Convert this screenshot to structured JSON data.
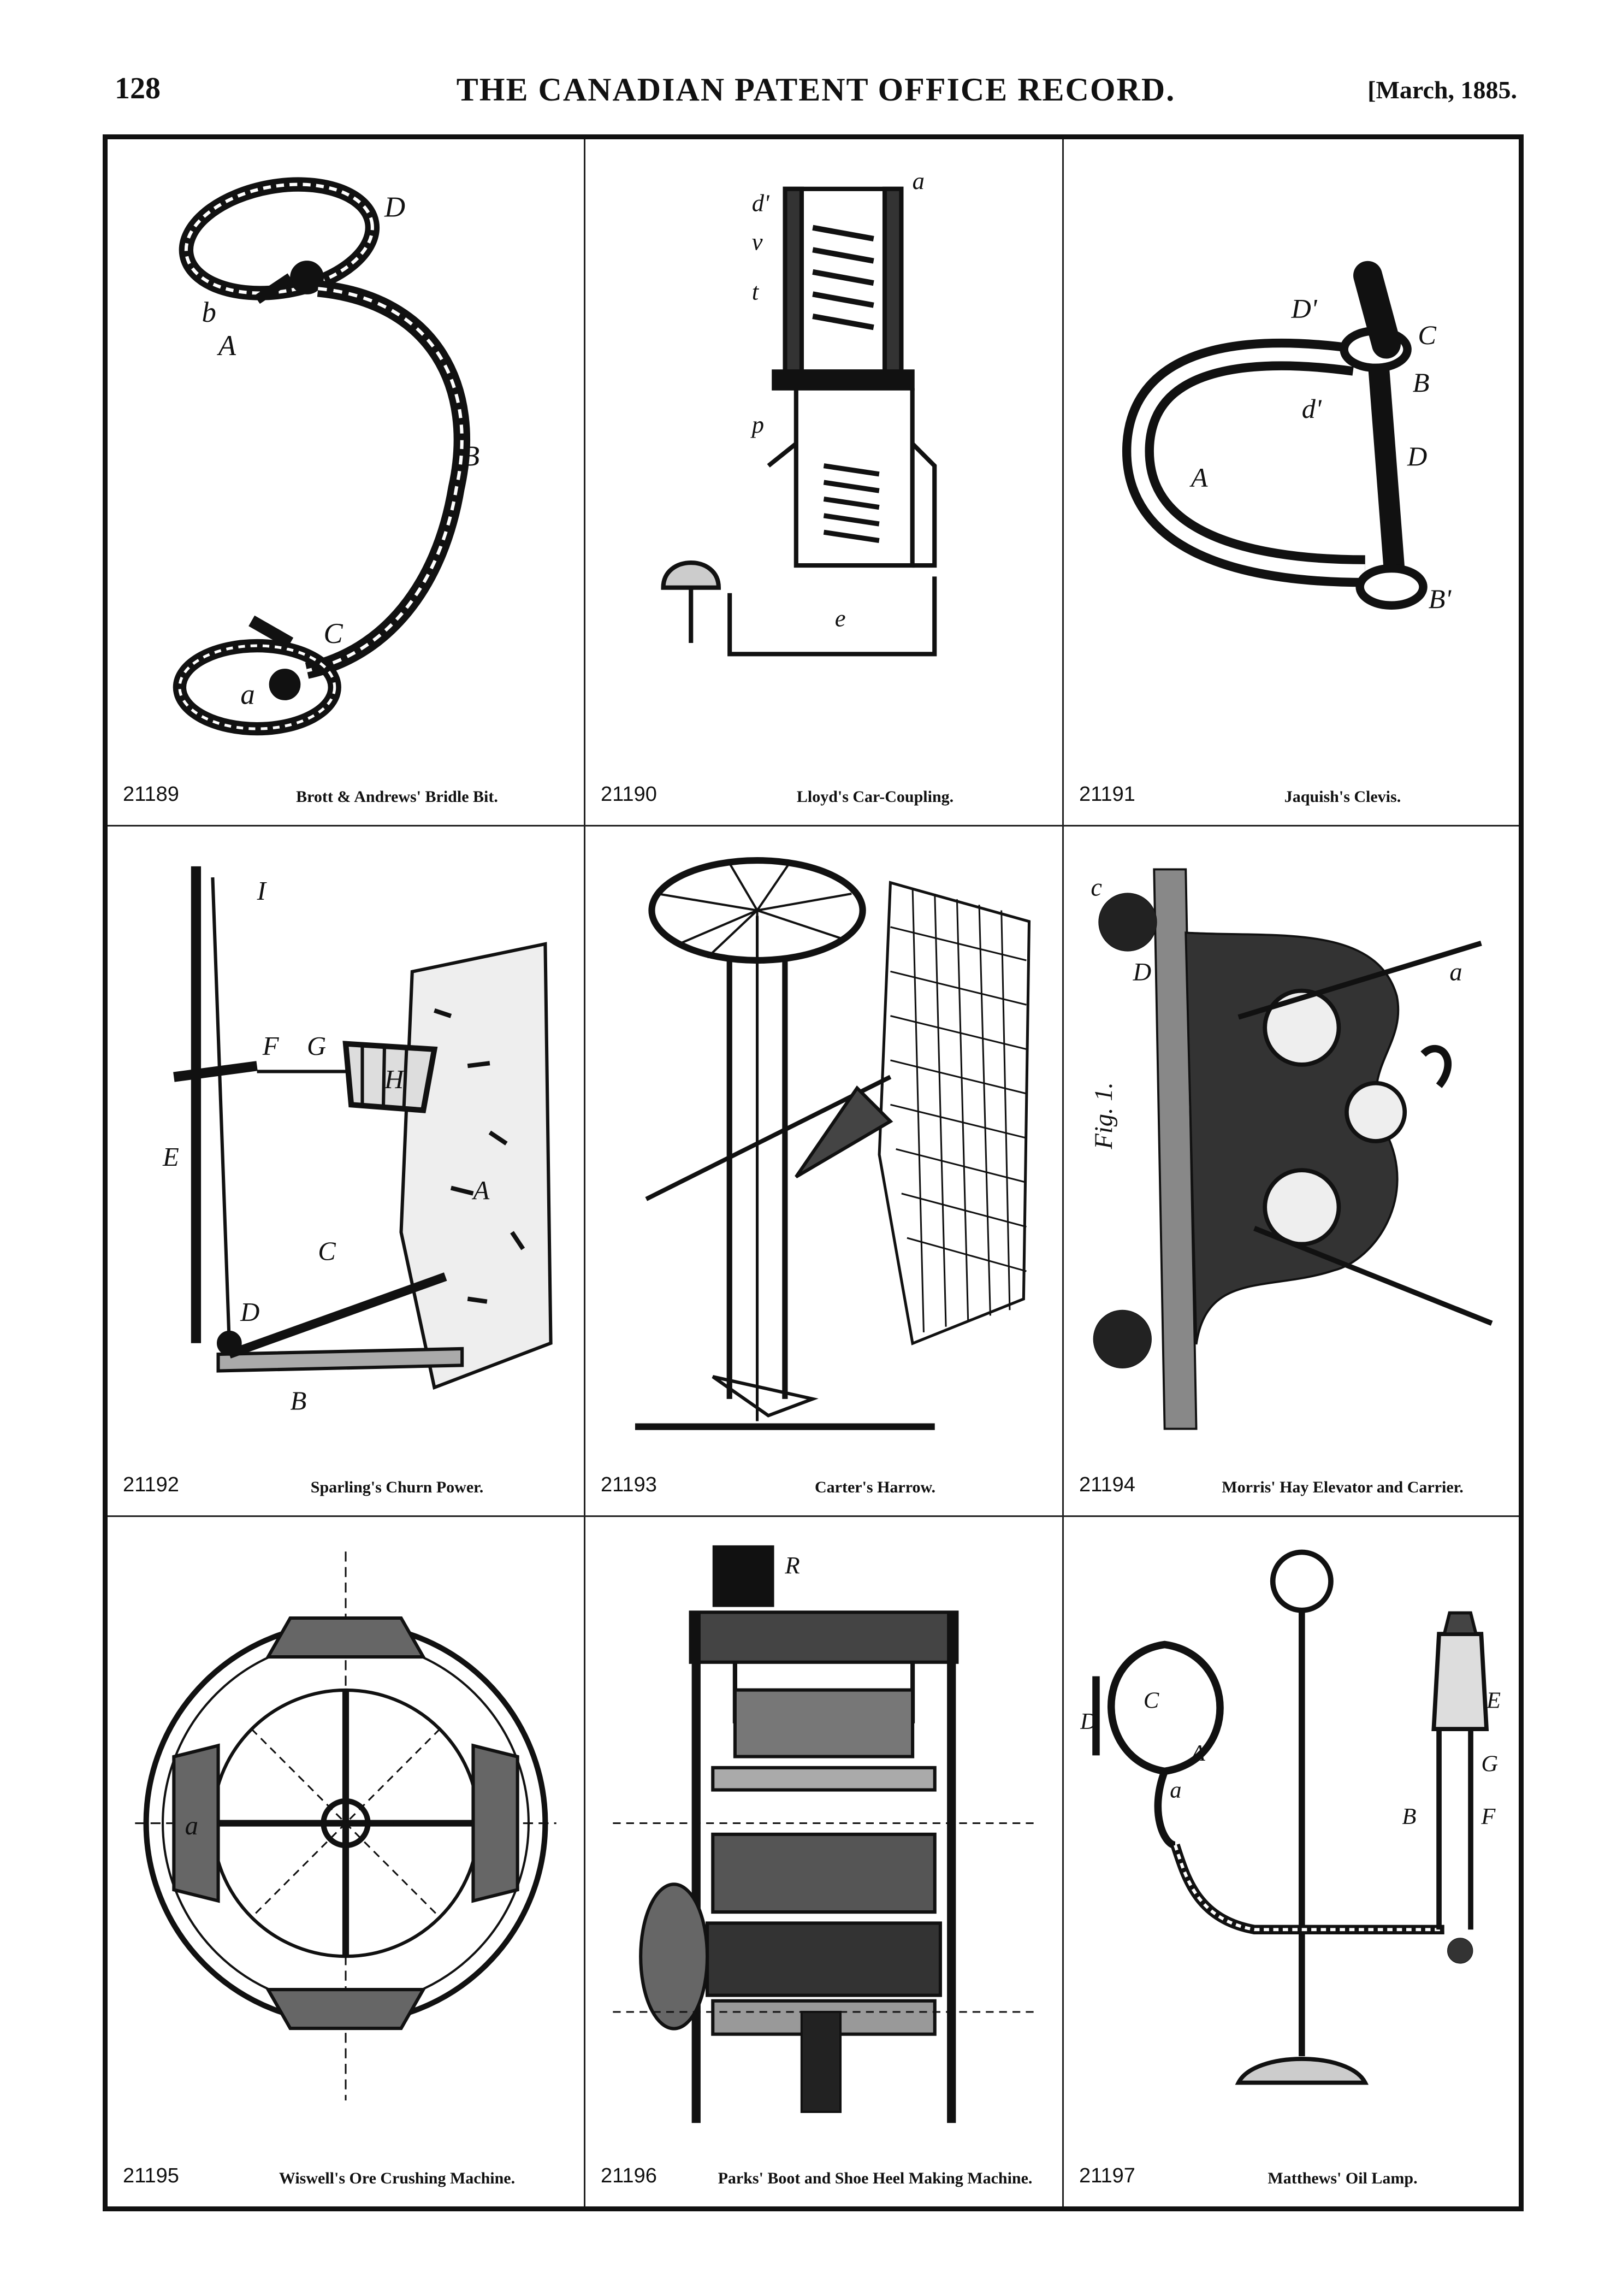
{
  "header": {
    "page_number": "128",
    "journal_title": "THE CANADIAN PATENT OFFICE RECORD.",
    "issue_date": "[March, 1885."
  },
  "patents": [
    {
      "number": "21189",
      "title": "Brott & Andrews' Bridle Bit.",
      "figure_labels": [
        "D",
        "b",
        "A",
        "B",
        "C",
        "a"
      ]
    },
    {
      "number": "21190",
      "title": "Lloyd's Car-Coupling.",
      "figure_labels": [
        "a",
        "d'",
        "v",
        "t",
        "p",
        "e"
      ]
    },
    {
      "number": "21191",
      "title": "Jaquish's Clevis.",
      "figure_labels": [
        "D'",
        "C",
        "B",
        "A",
        "d'",
        "D",
        "B'"
      ]
    },
    {
      "number": "21192",
      "title": "Sparling's Churn Power.",
      "figure_labels": [
        "I",
        "F",
        "G",
        "H",
        "E",
        "A",
        "C",
        "D",
        "B"
      ]
    },
    {
      "number": "21193",
      "title": "Carter's Harrow.",
      "figure_labels": []
    },
    {
      "number": "21194",
      "title": "Morris' Hay Elevator and Carrier.",
      "figure_labels": [
        "Fig. 1.",
        "c",
        "D",
        "a"
      ]
    },
    {
      "number": "21195",
      "title": "Wiswell's Ore Crushing Machine.",
      "figure_labels": [
        "a"
      ]
    },
    {
      "number": "21196",
      "title": "Parks' Boot and Shoe Heel Making Machine.",
      "figure_labels": [
        "R"
      ]
    },
    {
      "number": "21197",
      "title": "Matthews' Oil Lamp.",
      "figure_labels": [
        "C",
        "D",
        "A",
        "E",
        "G",
        "B",
        "F",
        "a"
      ]
    }
  ]
}
